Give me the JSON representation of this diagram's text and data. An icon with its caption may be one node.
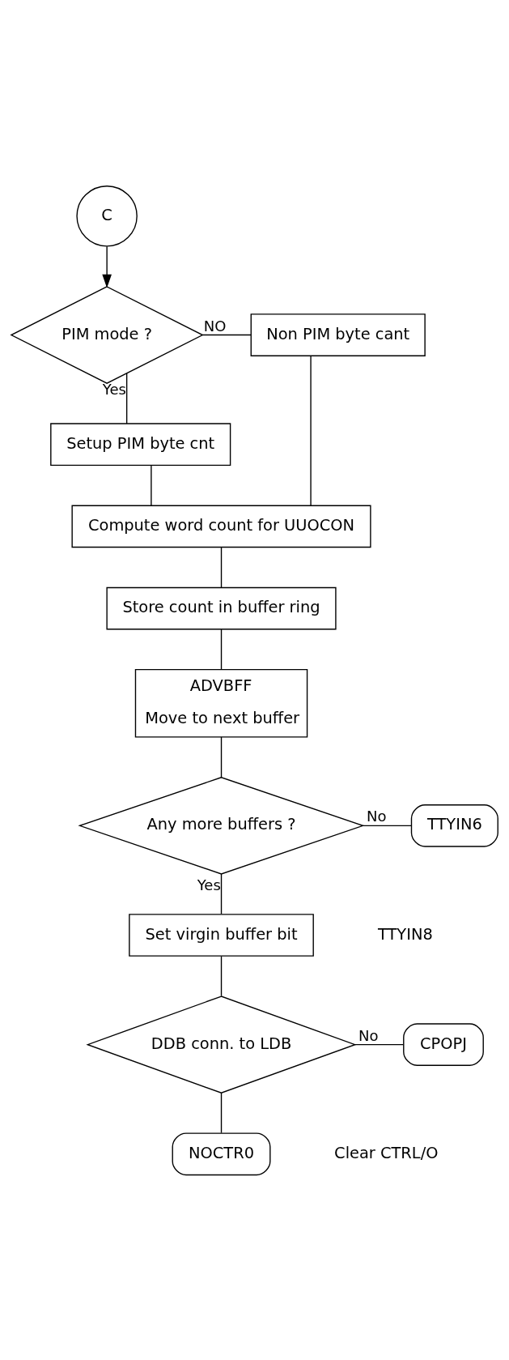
{
  "diagram": {
    "nodes": [
      {
        "text": [
          "C"
        ]
      },
      {
        "text": [
          "PIM mode ?"
        ]
      },
      {
        "text": [
          "Non PIM byte cant"
        ]
      },
      {
        "text": [
          "Setup PIM byte cnt"
        ]
      },
      {
        "text": [
          "Compute word count for UUOCON"
        ]
      },
      {
        "text": [
          "Store count in buffer ring"
        ]
      },
      {
        "text": [
          "ADVBFF",
          "Move to next buffer"
        ]
      },
      {
        "text": [
          "Any more buffers ?"
        ]
      },
      {
        "text": [
          "TTYIN6"
        ]
      },
      {
        "text": [
          "Set virgin buffer bit"
        ],
        "beside": [
          "TTYIN8"
        ]
      },
      {
        "text": [
          "DDB conn. to LDB"
        ]
      },
      {
        "text": [
          "CPOPJ"
        ]
      },
      {
        "text": [
          "NOCTR0"
        ],
        "beside": [
          "Clear CTRL/O"
        ]
      }
    ],
    "edges": [
      {
        "from": 0,
        "to": 1,
        "arrow": "to"
      },
      {
        "from": 1,
        "to": 2,
        "arrow": "none",
        "label": "NO"
      },
      {
        "from": 1,
        "to": 3,
        "arrow": "none",
        "label": "Yes"
      },
      {
        "from": 3,
        "to": 4,
        "arrow": "none"
      },
      {
        "from": 2,
        "to": 4,
        "arrow": "none"
      },
      {
        "from": 4,
        "to": 5,
        "arrow": "none"
      },
      {
        "from": 5,
        "to": 6,
        "arrow": "none"
      },
      {
        "from": 6,
        "to": 7,
        "arrow": "none"
      },
      {
        "from": 7,
        "to": 8,
        "arrow": "none",
        "label": "No"
      },
      {
        "from": 7,
        "to": 9,
        "arrow": "none",
        "label": "Yes"
      },
      {
        "from": 9,
        "to": 10,
        "arrow": "none"
      },
      {
        "from": 10,
        "to": 11,
        "arrow": "none",
        "label": "No"
      },
      {
        "from": 10,
        "to": 12,
        "arrow": "none"
      }
    ]
  }
}
